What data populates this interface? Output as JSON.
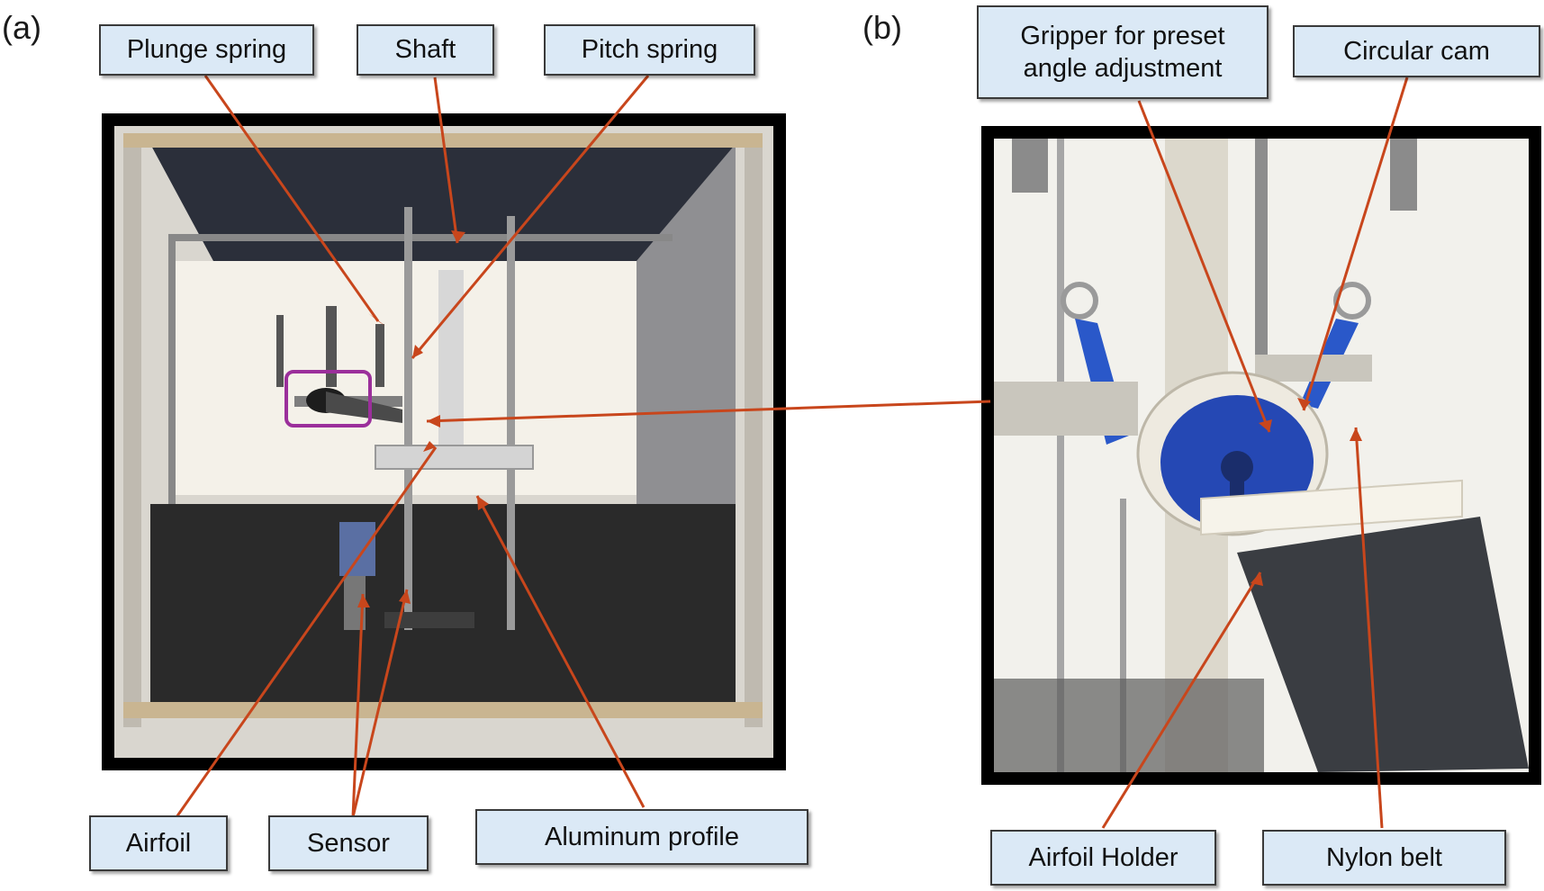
{
  "panels": {
    "a": {
      "letter": "(a)",
      "labels": {
        "plunge_spring": "Plunge spring",
        "shaft": "Shaft",
        "pitch_spring": "Pitch spring",
        "airfoil": "Airfoil",
        "sensor": "Sensor",
        "aluminum_profile": "Aluminum profile"
      }
    },
    "b": {
      "letter": "(b)",
      "labels": {
        "gripper_line1": "Gripper for preset",
        "gripper_line2": "angle adjustment",
        "circular_cam": "Circular cam",
        "airfoil_holder": "Airfoil Holder",
        "nylon_belt": "Nylon belt"
      }
    }
  },
  "colors": {
    "leader_line": "#c8461c",
    "callout_fill": "#dbe9f6",
    "highlight_box": "#9b2f9b",
    "gripper_blue": "#2548b4"
  }
}
